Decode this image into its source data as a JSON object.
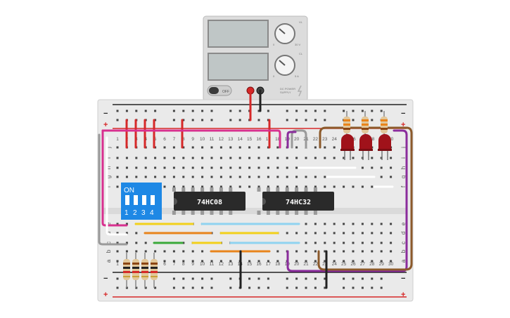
{
  "power_supply": {
    "knob_top_label": "VL",
    "knob_bottom_label": "CL",
    "knob_top_min": "0",
    "knob_top_max": "30 V",
    "knob_bottom_min": "0",
    "knob_bottom_max": "5 A",
    "switch_label": "OFF",
    "brand_line1": "DC POWER",
    "brand_line2": "SUPPLY"
  },
  "breadboard": {
    "row_letters_top": [
      "j",
      "i",
      "h",
      "g",
      "f"
    ],
    "row_letters_bottom": [
      "e",
      "d",
      "c",
      "b",
      "a"
    ],
    "column_numbers": [
      "1",
      "2",
      "3",
      "4",
      "5",
      "6",
      "7",
      "8",
      "9",
      "10",
      "11",
      "12",
      "13",
      "14",
      "15",
      "16",
      "17",
      "18",
      "19",
      "20",
      "21",
      "22",
      "23",
      "24",
      "25",
      "26",
      "27",
      "28",
      "29",
      "30"
    ],
    "rail_plus": "+",
    "rail_minus": "−"
  },
  "chips": [
    {
      "label": "74HC08"
    },
    {
      "label": "74HC32"
    }
  ],
  "dip_switch": {
    "on_label": "ON",
    "numbers": [
      "1",
      "2",
      "3",
      "4"
    ]
  },
  "colors": {
    "wire_red": "#d62828",
    "wire_black": "#222222",
    "wire_purple": "#8a2c9c",
    "wire_orange": "#e8841c",
    "wire_yellow": "#f2d01a",
    "wire_lightblue": "#8fd3f0",
    "wire_green": "#3aa93a",
    "wire_magenta": "#d8308f",
    "wire_gray": "#9a9a9a",
    "wire_brown": "#8c5a2b",
    "led_red": "#a0121a",
    "dip_blue": "#1e88e5"
  }
}
